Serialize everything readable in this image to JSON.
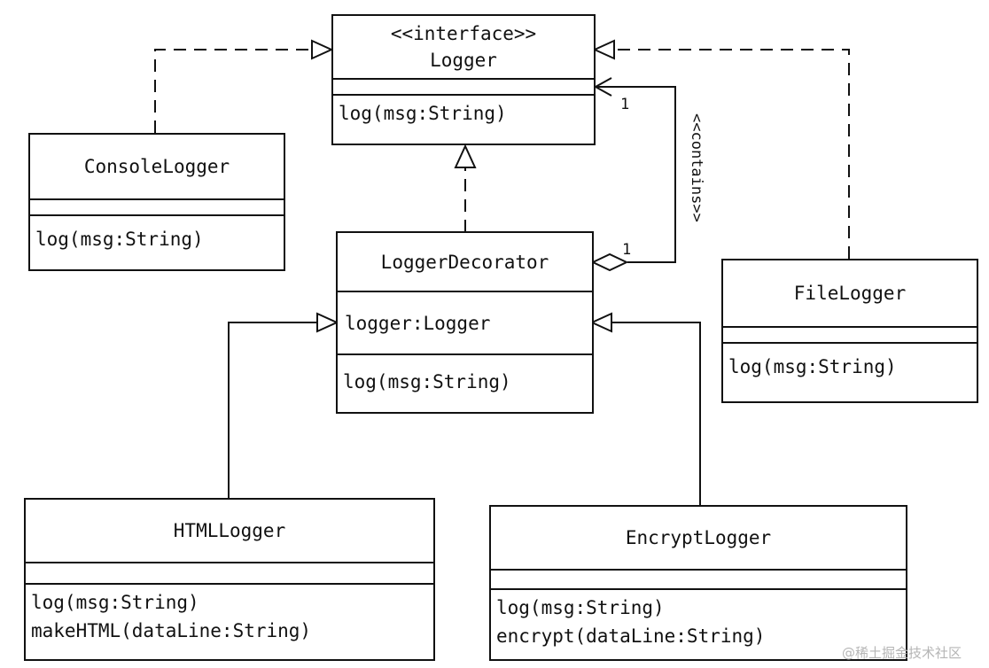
{
  "classes": {
    "logger": {
      "stereotype": "<<interface>>",
      "name": "Logger",
      "op1": "log(msg:String)"
    },
    "console": {
      "name": "ConsoleLogger",
      "op1": "log(msg:String)"
    },
    "decorator": {
      "name": "LoggerDecorator",
      "attr1": "logger:Logger",
      "op1": "log(msg:String)"
    },
    "file": {
      "name": "FileLogger",
      "op1": "log(msg:String)"
    },
    "html": {
      "name": "HTMLLogger",
      "op1": "log(msg:String)",
      "op2": "makeHTML(dataLine:String)"
    },
    "encrypt": {
      "name": "EncryptLogger",
      "op1": "log(msg:String)",
      "op2": "encrypt(dataLine:String)"
    }
  },
  "association": {
    "stereotype": "<<contains>>",
    "mult_target": "1",
    "mult_source": "1"
  },
  "watermark": "@稀土掘金技术社区"
}
